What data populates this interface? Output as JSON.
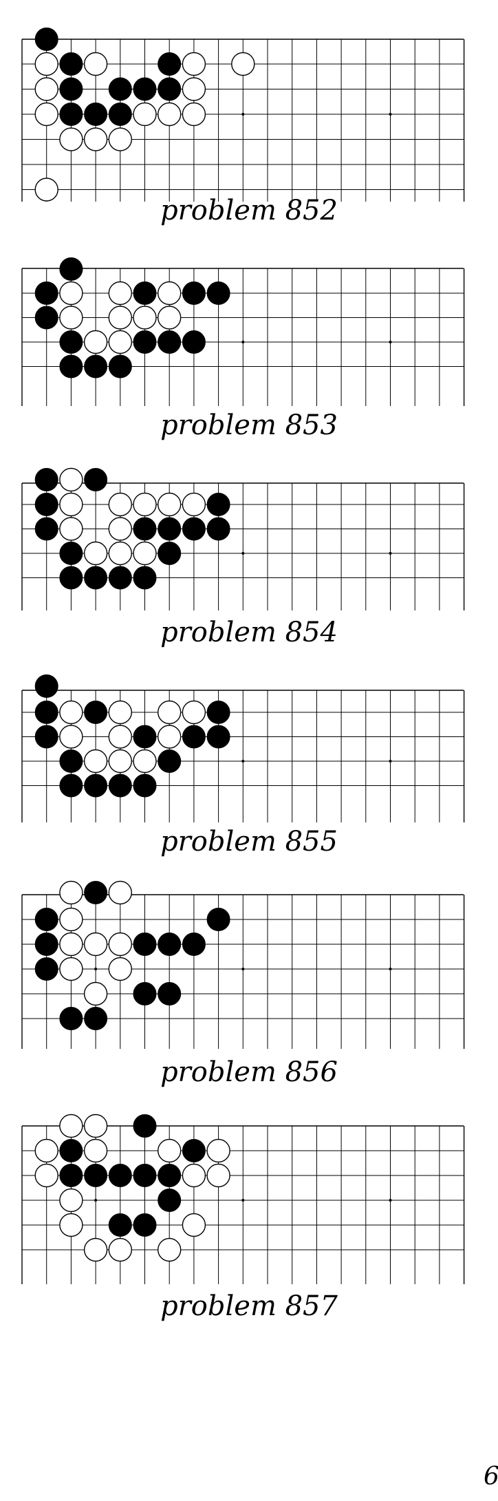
{
  "page_number": "6",
  "problems": [
    {
      "caption": "problem 852",
      "black": [
        [
          1,
          0
        ],
        [
          2,
          1
        ],
        [
          6,
          1
        ],
        [
          2,
          2
        ],
        [
          4,
          2
        ],
        [
          5,
          2
        ],
        [
          6,
          2
        ],
        [
          2,
          3
        ],
        [
          3,
          3
        ],
        [
          4,
          3
        ]
      ],
      "white": [
        [
          1,
          1
        ],
        [
          3,
          1
        ],
        [
          7,
          1
        ],
        [
          9,
          1
        ],
        [
          1,
          2
        ],
        [
          7,
          2
        ],
        [
          1,
          3
        ],
        [
          5,
          3
        ],
        [
          6,
          3
        ],
        [
          7,
          3
        ],
        [
          2,
          4
        ],
        [
          3,
          4
        ],
        [
          4,
          4
        ],
        [
          1,
          6
        ]
      ]
    },
    {
      "caption": "problem 853",
      "black": [
        [
          2,
          0
        ],
        [
          1,
          1
        ],
        [
          5,
          1
        ],
        [
          7,
          1
        ],
        [
          8,
          1
        ],
        [
          1,
          2
        ],
        [
          2,
          3
        ],
        [
          5,
          3
        ],
        [
          6,
          3
        ],
        [
          7,
          3
        ],
        [
          2,
          4
        ],
        [
          3,
          4
        ],
        [
          4,
          4
        ]
      ],
      "white": [
        [
          2,
          1
        ],
        [
          4,
          1
        ],
        [
          6,
          1
        ],
        [
          2,
          2
        ],
        [
          4,
          2
        ],
        [
          5,
          2
        ],
        [
          6,
          2
        ],
        [
          3,
          3
        ],
        [
          4,
          3
        ]
      ]
    },
    {
      "caption": "problem 854",
      "black": [
        [
          1,
          0
        ],
        [
          3,
          0
        ],
        [
          1,
          1
        ],
        [
          8,
          1
        ],
        [
          1,
          2
        ],
        [
          5,
          2
        ],
        [
          6,
          2
        ],
        [
          7,
          2
        ],
        [
          8,
          2
        ],
        [
          2,
          3
        ],
        [
          6,
          3
        ],
        [
          2,
          4
        ],
        [
          3,
          4
        ],
        [
          4,
          4
        ],
        [
          5,
          4
        ]
      ],
      "white": [
        [
          2,
          0
        ],
        [
          2,
          1
        ],
        [
          4,
          1
        ],
        [
          5,
          1
        ],
        [
          6,
          1
        ],
        [
          7,
          1
        ],
        [
          2,
          2
        ],
        [
          4,
          2
        ],
        [
          3,
          3
        ],
        [
          4,
          3
        ],
        [
          5,
          3
        ]
      ]
    },
    {
      "caption": "problem 855",
      "black": [
        [
          1,
          0
        ],
        [
          1,
          1
        ],
        [
          3,
          1
        ],
        [
          8,
          1
        ],
        [
          1,
          2
        ],
        [
          5,
          2
        ],
        [
          7,
          2
        ],
        [
          8,
          2
        ],
        [
          2,
          3
        ],
        [
          6,
          3
        ],
        [
          2,
          4
        ],
        [
          3,
          4
        ],
        [
          4,
          4
        ],
        [
          5,
          4
        ]
      ],
      "white": [
        [
          2,
          1
        ],
        [
          4,
          1
        ],
        [
          6,
          1
        ],
        [
          7,
          1
        ],
        [
          2,
          2
        ],
        [
          4,
          2
        ],
        [
          6,
          2
        ],
        [
          3,
          3
        ],
        [
          4,
          3
        ],
        [
          5,
          3
        ]
      ]
    },
    {
      "caption": "problem 856",
      "black": [
        [
          3,
          0
        ],
        [
          1,
          1
        ],
        [
          8,
          1
        ],
        [
          1,
          2
        ],
        [
          5,
          2
        ],
        [
          6,
          2
        ],
        [
          7,
          2
        ],
        [
          1,
          3
        ],
        [
          5,
          4
        ],
        [
          6,
          4
        ],
        [
          2,
          5
        ],
        [
          3,
          5
        ]
      ],
      "white": [
        [
          2,
          0
        ],
        [
          4,
          0
        ],
        [
          2,
          1
        ],
        [
          2,
          2
        ],
        [
          3,
          2
        ],
        [
          4,
          2
        ],
        [
          2,
          3
        ],
        [
          4,
          3
        ],
        [
          3,
          4
        ]
      ]
    },
    {
      "caption": "problem 857",
      "black": [
        [
          5,
          0
        ],
        [
          2,
          1
        ],
        [
          7,
          1
        ],
        [
          2,
          2
        ],
        [
          3,
          2
        ],
        [
          4,
          2
        ],
        [
          5,
          2
        ],
        [
          6,
          2
        ],
        [
          6,
          3
        ],
        [
          4,
          4
        ],
        [
          5,
          4
        ]
      ],
      "white": [
        [
          2,
          0
        ],
        [
          3,
          0
        ],
        [
          1,
          1
        ],
        [
          3,
          1
        ],
        [
          6,
          1
        ],
        [
          8,
          1
        ],
        [
          1,
          2
        ],
        [
          7,
          2
        ],
        [
          8,
          2
        ],
        [
          2,
          3
        ],
        [
          2,
          4
        ],
        [
          7,
          4
        ],
        [
          3,
          5
        ],
        [
          4,
          5
        ],
        [
          6,
          5
        ]
      ]
    }
  ]
}
